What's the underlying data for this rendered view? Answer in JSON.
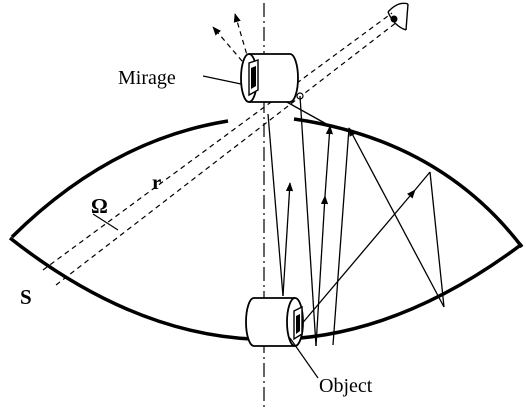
{
  "labels": {
    "mirage": "Mirage",
    "object": "Object",
    "r": "r",
    "omega": "Ω",
    "s": "S"
  },
  "colors": {
    "stroke": "#000000",
    "background": "#ffffff"
  }
}
